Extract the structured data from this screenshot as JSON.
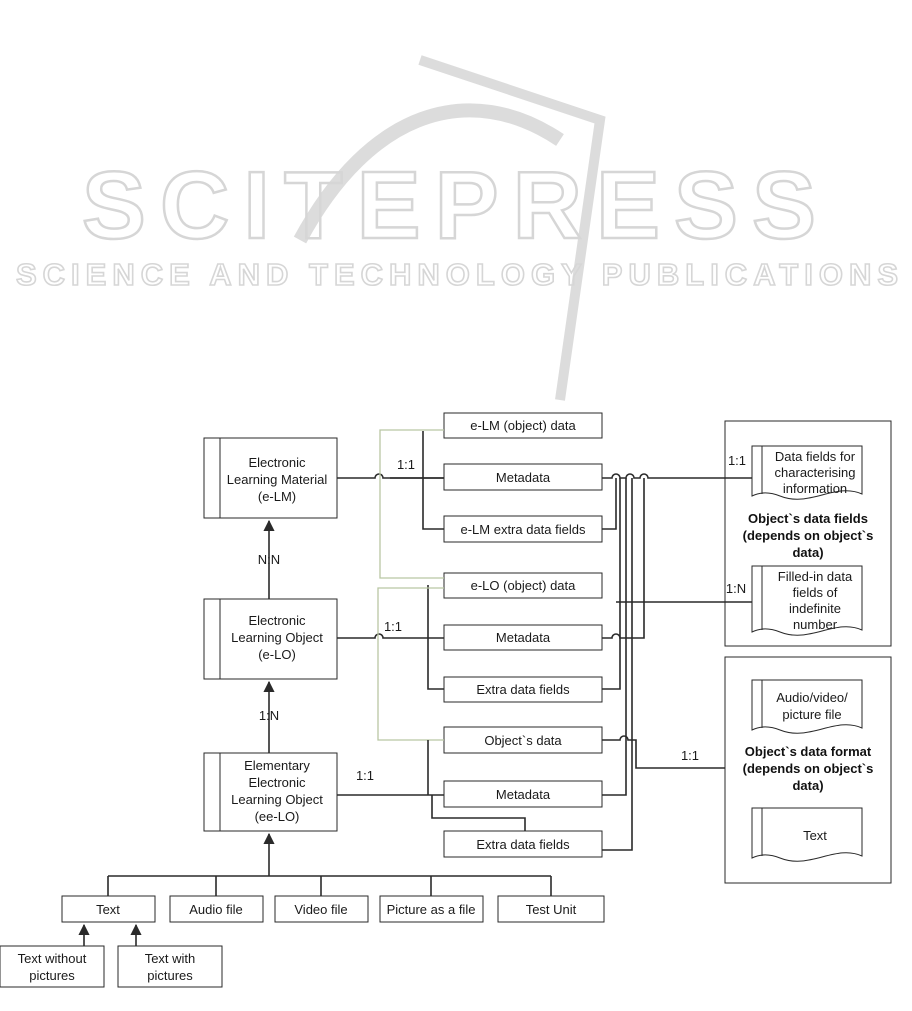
{
  "watermark": {
    "brand": "SCITEPRESS",
    "tagline": "SCIENCE AND TECHNOLOGY PUBLICATIONS"
  },
  "diagram": {
    "elm": [
      "Electronic",
      "Learning Material",
      "(e-LM)"
    ],
    "elo": [
      "Electronic",
      "Learning Object",
      "(e-LO)"
    ],
    "eelo": [
      "Elementary",
      "Electronic",
      "Learning Object",
      "(ee-LO)"
    ],
    "rel_nn": "N:N",
    "rel_1n": "1:N",
    "rel_elm": "1:1",
    "rel_elo": "1:1",
    "rel_eelo": "1:1",
    "elm_data": "e-LM (object) data",
    "elm_meta": "Metadata",
    "elm_extra": "e-LM extra data fields",
    "elo_data": "e-LO (object) data",
    "elo_meta": "Metadata",
    "elo_extra": "Extra data fields",
    "ee_data": "Object`s data",
    "ee_meta": "Metadata",
    "ee_extra": "Extra data fields",
    "fields_panel": {
      "rel_top": "1:1",
      "rel_mid": "1:N",
      "doc1": [
        "Data fields for",
        "characterising",
        "information"
      ],
      "title": [
        "Object`s data fields",
        "(depends on object`s",
        "data)"
      ],
      "doc2": [
        "Filled-in data",
        "fields of",
        "indefinite",
        "number"
      ]
    },
    "format_panel": {
      "rel": "1:1",
      "doc1": [
        "Audio/video/",
        "picture file"
      ],
      "title": [
        "Object`s data format",
        "(depends on object`s",
        "data)"
      ],
      "doc2": "Text"
    },
    "types": [
      "Text",
      "Audio file",
      "Video file",
      "Picture as a file",
      "Test Unit"
    ],
    "text_sub": [
      [
        "Text without",
        "pictures"
      ],
      [
        "Text with",
        "pictures"
      ]
    ]
  }
}
